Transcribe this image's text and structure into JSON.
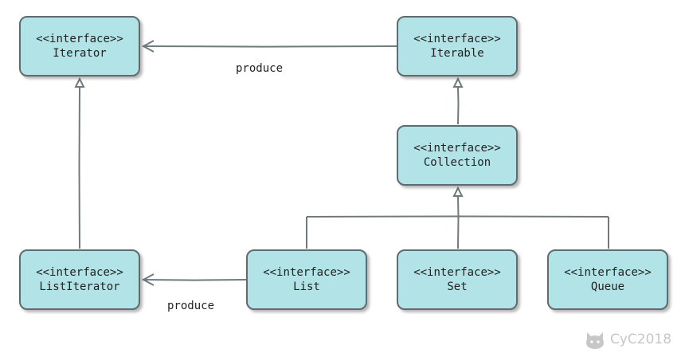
{
  "nodes": {
    "iterator": {
      "stereotype": "<<interface>>",
      "name": "Iterator"
    },
    "iterable": {
      "stereotype": "<<interface>>",
      "name": "Iterable"
    },
    "collection": {
      "stereotype": "<<interface>>",
      "name": "Collection"
    },
    "list_iterator": {
      "stereotype": "<<interface>>",
      "name": "ListIterator"
    },
    "list": {
      "stereotype": "<<interface>>",
      "name": "List"
    },
    "set": {
      "stereotype": "<<interface>>",
      "name": "Set"
    },
    "queue": {
      "stereotype": "<<interface>>",
      "name": "Queue"
    }
  },
  "edges": {
    "iterable_to_iterator": "produce",
    "list_to_listiterator": "produce"
  },
  "watermark": {
    "text": "CyC2018"
  },
  "colors": {
    "node_fill": "#b2e3e6",
    "node_border": "#5f6b6e",
    "edge": "#6e7a7c",
    "watermark": "#c7c7c7"
  }
}
